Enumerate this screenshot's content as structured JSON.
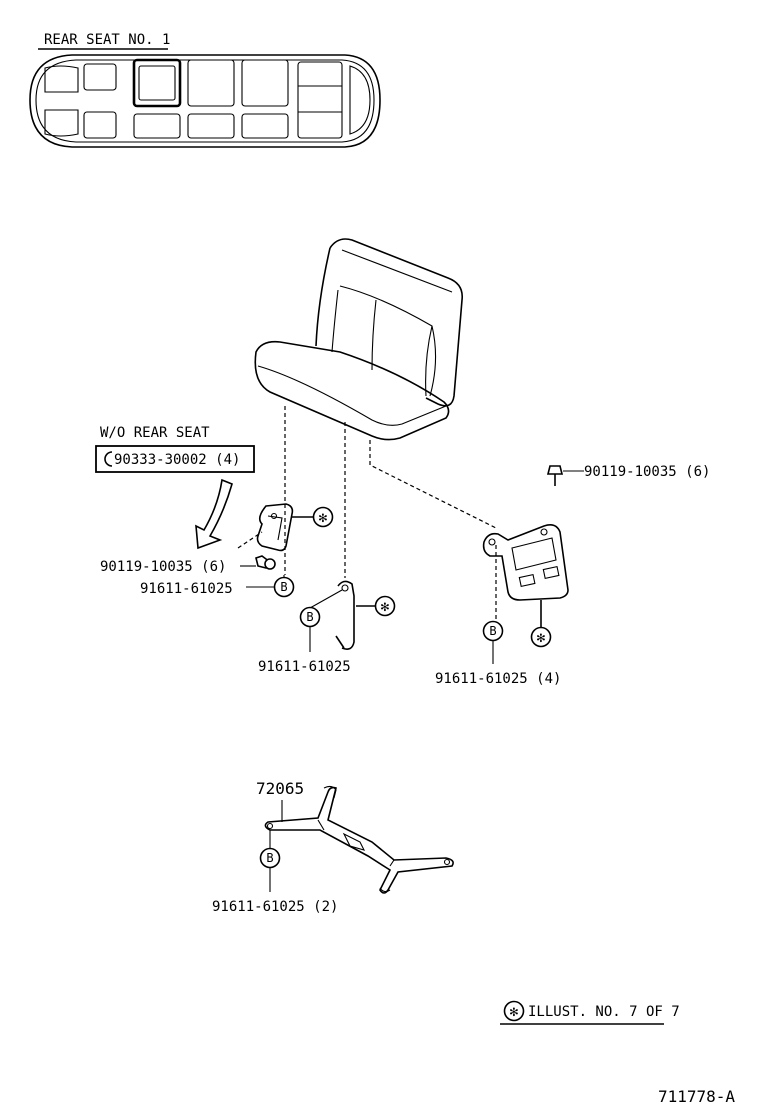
{
  "header": {
    "title": "REAR SEAT  NO. 1"
  },
  "wo_note": {
    "title": "W/O REAR SEAT",
    "part": "90333-30002 (4)"
  },
  "callouts": {
    "bolt_right": "90119-10035 (6)",
    "bolt_left": "90119-10035 (6)",
    "bolt_b_left": "91611-61025",
    "bolt_b_center": "91611-61025",
    "bolt_b_right": "91611-61025 (4)",
    "belt_part": "72065",
    "bolt_b_belt": "91611-61025 (2)"
  },
  "markers": {
    "b_letter": "B",
    "asterisk": "✻"
  },
  "illust_note": {
    "text": "ILLUST. NO. 7 OF 7"
  },
  "footer": {
    "code": "711778-A"
  }
}
